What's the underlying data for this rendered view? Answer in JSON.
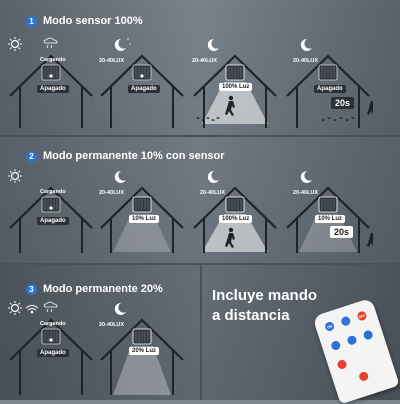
{
  "sections": [
    {
      "number": "1",
      "title": "Modo sensor 100%"
    },
    {
      "number": "2",
      "title": "Modo permanente 10% con sensor"
    },
    {
      "number": "3",
      "title": "Modo permanente 20%"
    }
  ],
  "row1": {
    "cell1": {
      "top": "Cargando",
      "status": "Apagado"
    },
    "cell2": {
      "lux": "20-40LUX",
      "status": "Apagado"
    },
    "cell3": {
      "lux": "20-40LUX",
      "status": "100% Luz"
    },
    "cell4": {
      "lux": "20-40LUX",
      "status": "Apagado",
      "timer": "20s"
    }
  },
  "row2": {
    "cell1": {
      "top": "Cargando",
      "status": "Apagado"
    },
    "cell2": {
      "lux": "20-40LUX",
      "status": "10% Luz"
    },
    "cell3": {
      "lux": "20-40LUX",
      "status": "100% Luz"
    },
    "cell4": {
      "lux": "20-40LUX",
      "status": "10% Luz",
      "timer": "20s"
    }
  },
  "row3": {
    "cell1": {
      "top": "Cargando",
      "status": "Apagado"
    },
    "cell2": {
      "lux": "20-40LUX",
      "status": "20% Luz"
    }
  },
  "remote_promo": {
    "line1": "Incluye mando",
    "line2": "a distancia"
  },
  "remote_buttons": {
    "on": "ON",
    "off": "OFF"
  },
  "colors": {
    "accent": "#2a74d6",
    "remote_red": "#e8402f",
    "remote_blue": "#2a74d6"
  },
  "icons": [
    "sun-icon",
    "moon-icon",
    "rain-icon",
    "wifi-icon",
    "person-walking-icon"
  ]
}
